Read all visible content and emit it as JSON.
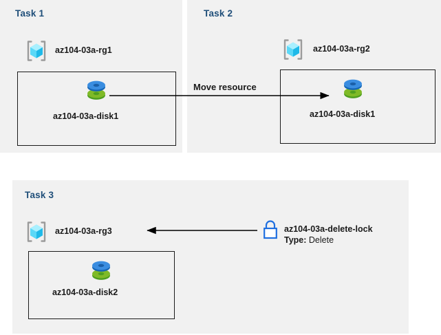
{
  "diagram": {
    "title_color": "#1f4e79",
    "panel_color": "#f1f1f1",
    "background_color": "#ffffff",
    "line_color": "#000000"
  },
  "tasks": [
    {
      "label": "Task 1",
      "resource_group": {
        "name": "az104-03a-rg1",
        "icon": "resource-group-icon"
      },
      "resources": [
        {
          "name": "az104-03a-disk1",
          "icon": "managed-disk-icon"
        }
      ]
    },
    {
      "label": "Task 2",
      "resource_group": {
        "name": "az104-03a-rg2",
        "icon": "resource-group-icon"
      },
      "resources": [
        {
          "name": "az104-03a-disk1",
          "icon": "managed-disk-icon"
        }
      ]
    },
    {
      "label": "Task 3",
      "resource_group": {
        "name": "az104-03a-rg3",
        "icon": "resource-group-icon"
      },
      "resources": [
        {
          "name": "az104-03a-disk2",
          "icon": "managed-disk-icon"
        }
      ]
    }
  ],
  "connectors": {
    "move_resource_label": "Move resource"
  },
  "lock": {
    "icon": "lock-icon",
    "name": "az104-03a-delete-lock",
    "type_label": "Type:",
    "type_value": "Delete",
    "color": "#1f6fe0"
  }
}
